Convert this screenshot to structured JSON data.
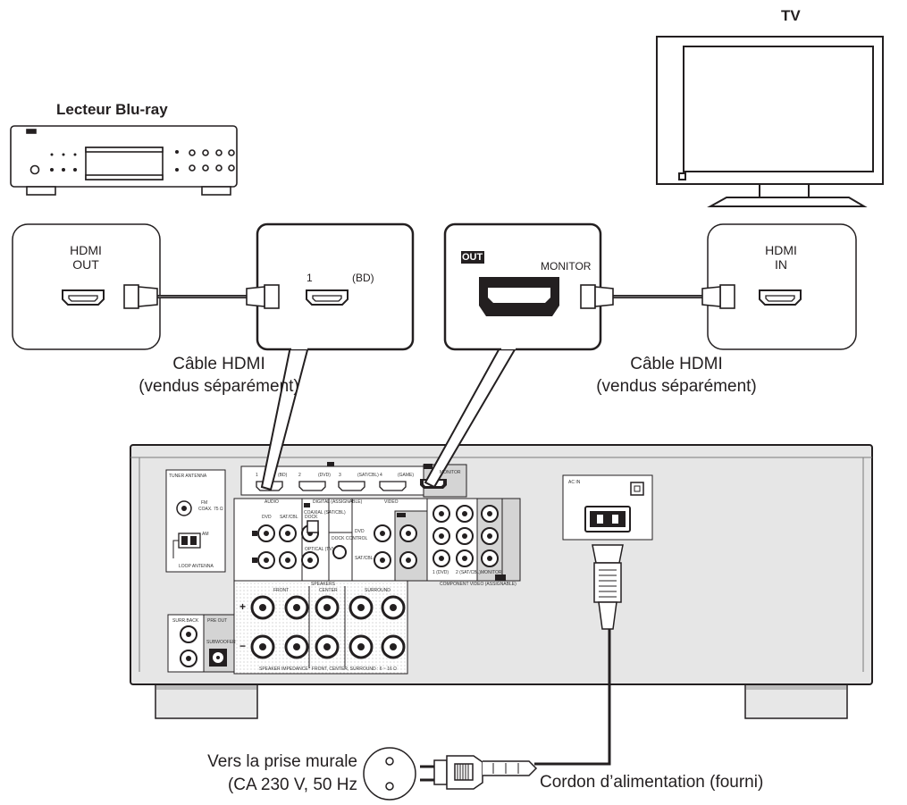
{
  "devices": {
    "tv_label": "TV",
    "bluray_label": "Lecteur Blu-ray"
  },
  "callouts": {
    "hdmi_out": [
      "HDMI",
      "OUT"
    ],
    "hdmi_in": [
      "HDMI",
      "IN"
    ],
    "receiver_in_num": "1",
    "receiver_in_bd": "(BD)",
    "out_badge": "OUT",
    "monitor": "MONITOR"
  },
  "cables": {
    "left_caption": [
      "Câble HDMI",
      "(vendus séparément)"
    ],
    "right_caption": [
      "Câble HDMI",
      "(vendus séparément)"
    ]
  },
  "power": {
    "outlet_caption": [
      "Vers la prise murale",
      "(CA 230 V, 50 Hz"
    ],
    "cord_caption": "Cordon d’alimentation (fourni)",
    "ac_in": "AC IN"
  },
  "receiver_panel": {
    "tuner_antenna": "TUNER ANTENNA",
    "fm": "FM",
    "coax": "COAX. 75 Ω",
    "am": "AM",
    "loop_antenna": "LOOP ANTENNA",
    "hdmi_inputs": [
      "1",
      "(BD)",
      "2",
      "(DVD)",
      "3",
      "(SAT/CBL)",
      "4",
      "(GAME)"
    ],
    "hdmi_monitor": "MONITOR",
    "audio": "AUDIO",
    "audio_cols": [
      "DVD",
      "SAT/CBL",
      "DOCK"
    ],
    "digital": "DIGITAL (ASSIGNABLE)",
    "coaxial": "COAXIAL (SAT/CBL)",
    "optical": "OPTICAL (TV)",
    "dock_control": "DOCK CONTROL",
    "video": "VIDEO",
    "video_rows": [
      "DVD",
      "SAT/CBL"
    ],
    "component": "COMPONENT VIDEO (ASSIGNABLE)",
    "component_cols": [
      "1 (DVD)",
      "2 (SAT/CBL)",
      "MONITOR"
    ],
    "speakers": "SPEAKERS",
    "speaker_groups": [
      "FRONT",
      "CENTER",
      "SURROUND"
    ],
    "impedance": "SPEAKER IMPEDANCE : FRONT, CENTER, SURROUND : 6 ~ 16 Ω",
    "surr_back": "SURR.BACK",
    "pre_out": "PRE OUT",
    "subwoofer": "SUBWOOFER",
    "plus": "+",
    "minus": "−"
  }
}
